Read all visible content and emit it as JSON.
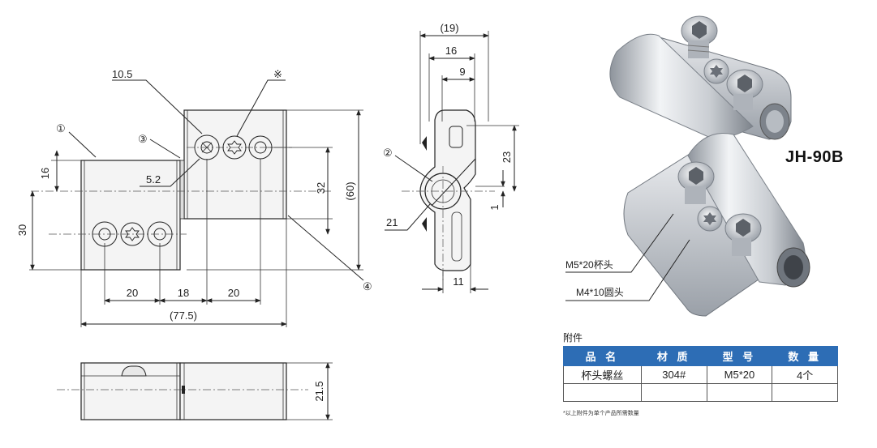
{
  "drawing": {
    "model": "JH-90B",
    "front_view": {
      "dims": [
        "10.5",
        "※",
        "16",
        "30",
        "5.2",
        "32",
        "(60)",
        "20",
        "18",
        "20",
        "(77.5)"
      ],
      "callouts": [
        "①",
        "③",
        "④"
      ]
    },
    "side_view": {
      "dims": [
        "(19)",
        "16",
        "9",
        "23",
        "21",
        "1",
        "11"
      ],
      "callouts": [
        "②"
      ]
    },
    "bottom_view": {
      "dims": [
        "21.5"
      ]
    },
    "photo_labels": [
      "M5*20杯头",
      "M4*10圆头"
    ]
  },
  "accessories": {
    "caption": "附件",
    "headers": [
      "品 名",
      "材 质",
      "型 号",
      "数 量"
    ],
    "rows": [
      [
        "杯头螺丝",
        "304#",
        "M5*20",
        "4个"
      ],
      [
        "",
        "",
        "",
        ""
      ]
    ],
    "note": "*以上附件为单个产品所需数量"
  },
  "colors": {
    "header_bg": "#2d6db5",
    "line": "#222222",
    "part_fill": "#f4f4f4"
  }
}
